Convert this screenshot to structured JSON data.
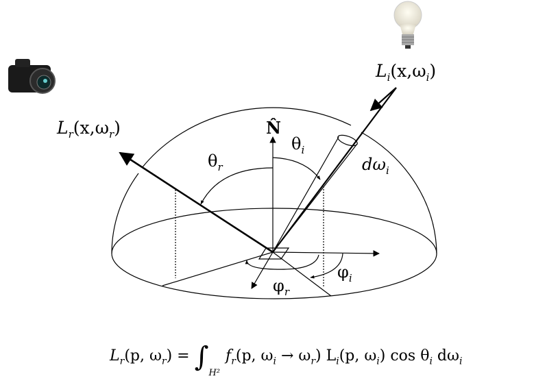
{
  "labels": {
    "normal": "N̂",
    "theta_r": "θ",
    "theta_r_sub": "r",
    "theta_i": "θ",
    "theta_i_sub": "i",
    "domega": "dω",
    "domega_sub": "i",
    "phi_r": "φ",
    "phi_r_sub": "r",
    "phi_i": "φ",
    "phi_i_sub": "i",
    "L_r": "L",
    "L_r_sub": "r",
    "L_r_args": "(x,ω",
    "L_r_args_sub": "r",
    "L_i": "L",
    "L_i_sub": "i",
    "L_i_args": "(x,ω",
    "L_i_args_sub": "i",
    "close": ")"
  },
  "formula": {
    "lhs": "L",
    "lhs_sub": "r",
    "lhs_args": "(p, ω",
    "lhs_args_sub": "r",
    "eq": ") = ",
    "integral": "∫",
    "domain": "H²",
    "brdf": "f",
    "brdf_sub": "r",
    "brdf_args": "(p, ω",
    "brdf_args_sub": "i",
    "arrow": " → ω",
    "arrow_sub": "r",
    "li": ") L",
    "li_sub": "i",
    "li_args": "(p, ω",
    "li_args_sub": "i",
    "cos": ")  cos θ",
    "cos_sub": "i",
    "dw": " dω",
    "dw_sub": "i"
  },
  "icons": {
    "camera": "camera-icon",
    "bulb": "light-bulb-icon"
  }
}
